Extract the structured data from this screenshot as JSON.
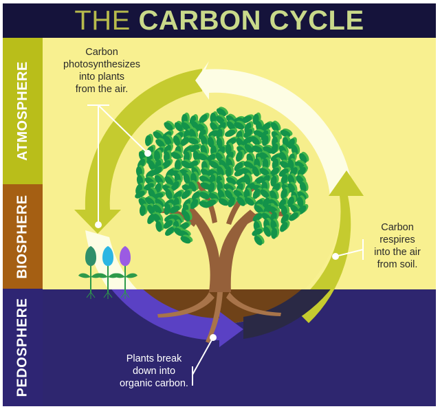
{
  "header": {
    "title_thin": "THE",
    "title_bold": "CARBON CYCLE"
  },
  "layers": [
    {
      "label": "ATMOSPHERE",
      "color": "#b9be1a"
    },
    {
      "label": "BIOSPHERE",
      "color": "#a55f13"
    },
    {
      "label": "PEDOSPHERE",
      "color": "#2e2573"
    }
  ],
  "colors": {
    "header_bg": "#15133b",
    "sky": "#f8f090",
    "soil": "#2e266f",
    "cycle_green": "#c5cb2f",
    "cycle_pale": "#fdfde4",
    "cycle_purple": "#5a41c4",
    "leaf_dark": "#13934a",
    "leaf_light": "#42b649",
    "trunk": "#95603a"
  },
  "captions": {
    "photosynthesis": [
      "Carbon",
      "photosynthesizes",
      "into plants",
      "from the air."
    ],
    "respiration": [
      "Carbon",
      "respires",
      "into the air",
      "from soil."
    ],
    "decomposition": [
      "Plants break",
      "down into",
      "organic carbon."
    ]
  },
  "icons": {
    "tree": "tree-icon",
    "flowers": [
      "tulip-icon",
      "tulip-icon",
      "tulip-icon"
    ],
    "flower_colors": [
      "#2f8f6a",
      "#2bb6e3",
      "#9b5be3"
    ]
  }
}
